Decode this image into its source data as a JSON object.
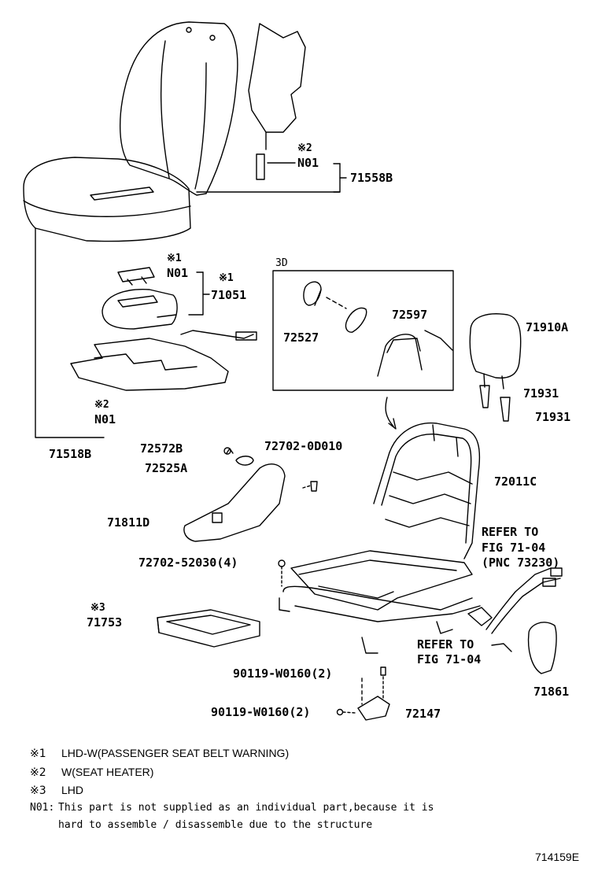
{
  "labels": {
    "m2_top": "※2",
    "n01_top": "N01",
    "p71558b": "71558B",
    "m1_a": "※1",
    "n01_mid": "N01",
    "m1_b": "※1",
    "p71051": "71051",
    "m2_mid": "※2",
    "n01_low": "N01",
    "p71518b": "71518B",
    "view3d": "3D",
    "p72527": "72527",
    "p72597": "72597",
    "p71910a": "71910A",
    "p71931a": "71931",
    "p71931b": "71931",
    "p72572b": "72572B",
    "p72525a": "72525A",
    "p72702_0d010": "72702-0D010",
    "p72011c": "72011C",
    "p71811d": "71811D",
    "refer1_l1": "REFER TO",
    "refer1_l2": "FIG 71-04",
    "refer1_l3": "(PNC 73230)",
    "p72702_52030": "72702-52030(4)",
    "m3": "※3",
    "p71753": "71753",
    "refer2_l1": "REFER TO",
    "refer2_l2": "FIG 71-04",
    "p90119_a": "90119-W0160(2)",
    "p71861": "71861",
    "p90119_b": "90119-W0160(2)",
    "p72147": "72147"
  },
  "notes": [
    {
      "mark": "※1",
      "text": "LHD-W(PASSENGER SEAT BELT WARNING)"
    },
    {
      "mark": "※2",
      "text": "W(SEAT HEATER)"
    },
    {
      "mark": "※3",
      "text": "LHD"
    }
  ],
  "n01_note": {
    "mark": "N01:",
    "line1": "This part is not supplied as an individual part,because it is",
    "line2": "hard to assemble / disassemble due to the structure"
  },
  "figure_id": "714159E"
}
